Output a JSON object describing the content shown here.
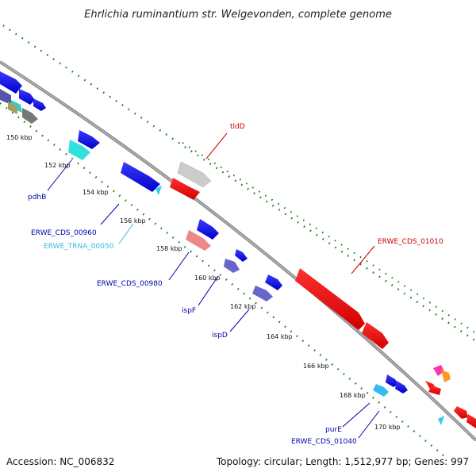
{
  "title": "Ehrlichia ruminantium str. Welgevonden, complete genome",
  "footer": {
    "accession": "Accession: NC_006832",
    "summary": "Topology: circular; Length: 1,512,977 bp; Genes: 997"
  },
  "ticks": [
    "150 kbp",
    "152 kbp",
    "154 kbp",
    "156 kbp",
    "158 kbp",
    "160 kbp",
    "162 kbp",
    "164 kbp",
    "166 kbp",
    "168 kbp",
    "170 kbp"
  ],
  "gene_labels": [
    {
      "name": "tldD",
      "color": "#cc0000"
    },
    {
      "name": "ERWE_CDS_01010",
      "color": "#cc0000"
    },
    {
      "name": "pdhB",
      "color": "#0000aa"
    },
    {
      "name": "ERWE_CDS_00960",
      "color": "#0000aa"
    },
    {
      "name": "ERWE_TRNA_00050",
      "color": "#33bbdd"
    },
    {
      "name": "ERWE_CDS_00980",
      "color": "#0000aa"
    },
    {
      "name": "ispF",
      "color": "#0000aa"
    },
    {
      "name": "ispD",
      "color": "#0000aa"
    },
    {
      "name": "purE",
      "color": "#0000aa"
    },
    {
      "name": "ERWE_CDS_01040",
      "color": "#0000aa"
    }
  ],
  "colors": {
    "backbone": "#8a8a8a",
    "tick_dots": "#117711",
    "forward_gene": "#ff0000",
    "reverse_gene": "#0000ee",
    "trna": "#33ccee"
  }
}
